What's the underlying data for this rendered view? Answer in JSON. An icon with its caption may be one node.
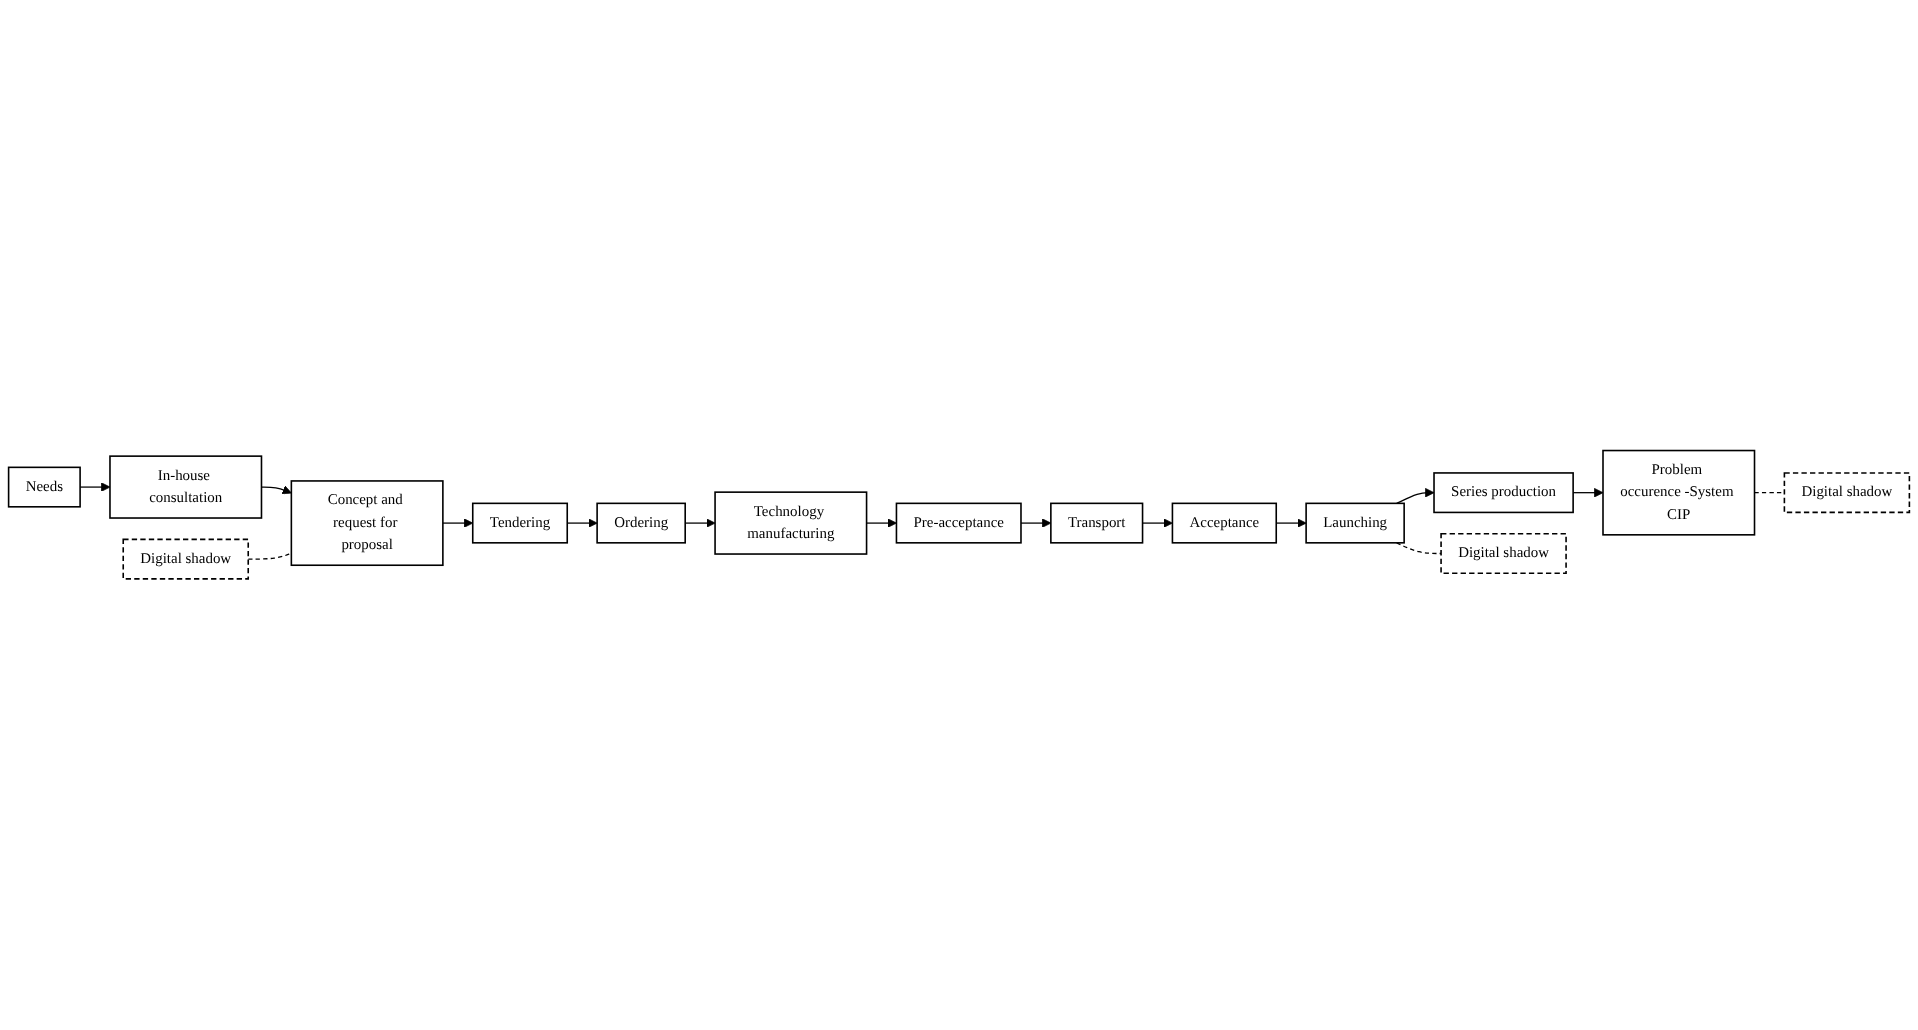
{
  "diagram": {
    "nodes": [
      {
        "text": [
          "Digital shadow"
        ]
      },
      {
        "text": [
          "Needs"
        ]
      },
      {
        "text": [
          "In-house consultation"
        ]
      },
      {
        "text": [
          "Concept and request for proposal"
        ]
      },
      {
        "text": [
          "Tendering"
        ]
      },
      {
        "text": [
          "Transport"
        ]
      },
      {
        "text": [
          "Pre-acceptance"
        ]
      },
      {
        "text": [
          "Technology manufacturing"
        ]
      },
      {
        "text": [
          "Ordering"
        ]
      },
      {
        "text": [
          "Acceptance"
        ]
      },
      {
        "text": [
          "Launching"
        ]
      },
      {
        "text": [
          "Series production"
        ]
      },
      {
        "text": [
          "Problem occurence -System CIP"
        ]
      },
      {
        "text": [
          "Digital shadow"
        ]
      },
      {
        "text": [
          "Digital shadow"
        ]
      }
    ],
    "edges": [
      {
        "from": 1,
        "to": 2,
        "arrow": "to"
      },
      {
        "from": 2,
        "to": 3,
        "arrow": "to"
      },
      {
        "from": 0,
        "to": 3,
        "arrow": "none",
        "style": "dashed"
      },
      {
        "from": 3,
        "to": 4,
        "arrow": "to"
      },
      {
        "from": 4,
        "to": 8,
        "arrow": "to"
      },
      {
        "from": 8,
        "to": 7,
        "arrow": "to"
      },
      {
        "from": 7,
        "to": 6,
        "arrow": "to"
      },
      {
        "from": 6,
        "to": 5,
        "arrow": "to"
      },
      {
        "from": 5,
        "to": 9,
        "arrow": "to"
      },
      {
        "from": 9,
        "to": 10,
        "arrow": "to"
      },
      {
        "from": 10,
        "to": 11,
        "arrow": "to"
      },
      {
        "from": 11,
        "to": 12,
        "arrow": "to"
      },
      {
        "from": 10,
        "to": 13,
        "arrow": "none",
        "style": "dashed"
      },
      {
        "from": 12,
        "to": 14,
        "arrow": "none",
        "style": "dashed"
      }
    ]
  }
}
